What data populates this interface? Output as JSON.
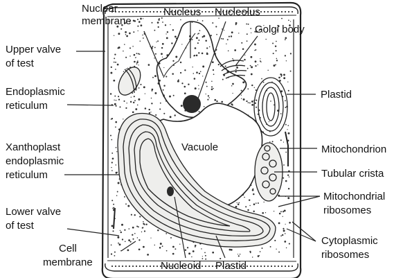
{
  "labels": {
    "nuclear_membrane": [
      "Nuclear",
      "membrane"
    ],
    "nucleus": "Nucleus",
    "nucleolus": "Nucleolus",
    "golgi_body": "Golgi body",
    "upper_valve": [
      "Upper valve",
      "of test"
    ],
    "endoplasmic_reticulum": [
      "Endoplasmic",
      "reticulum"
    ],
    "plastid_right": "Plastid",
    "vacuole": "Vacuole",
    "mitochondrion": "Mitochondrion",
    "xanthoplast_er": [
      "Xanthoplast",
      "endoplasmic",
      "reticulum"
    ],
    "tubular_crista": "Tubular crista",
    "mitochondrial_ribosomes": [
      "Mitochondrial",
      "ribosomes"
    ],
    "lower_valve": [
      "Lower valve",
      "of test"
    ],
    "cytoplasmic_ribosomes": [
      "Cytoplasmic",
      "ribosomes"
    ],
    "cell_membrane": [
      "Cell",
      "membrane"
    ],
    "nucleoid": "Nucleoid",
    "plastid_bottom": "Plastid"
  }
}
